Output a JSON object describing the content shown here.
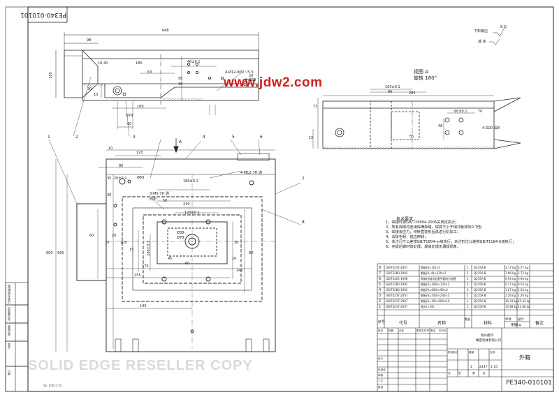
{
  "title_top": "PE340-010101",
  "watermark": "SOLID EDGE RESELLER COPY",
  "site_logo": "www.jdw2.com",
  "section_view": {
    "title": "视图 A",
    "rotation": "旋转 180°"
  },
  "roughness_note": {
    "label": "下料精边",
    "value": "6.3/",
    "rest": "其 余"
  },
  "top_view_dims": {
    "overall": "648",
    "d98": "98",
    "d185": "185",
    "d10a": "10",
    "d30": "30",
    "d40": "40",
    "d185b": "185",
    "d63": "63",
    "d40pm": "40±0.1",
    "hole_note": "4-Ø12-Φ30 ▽5.5",
    "d20": "20",
    "phi20": "Ø20",
    "d50": "50",
    "d40b": "40",
    "d10b": "10",
    "phi79": "Ø79",
    "d169": "169",
    "d60": "60"
  },
  "side_view_dims": {
    "d285": "285",
    "d100": "100±0.1",
    "d90": "90",
    "d60pm": "60±0.1",
    "d70": "70",
    "d15": "15",
    "hole_note": "4-Ø20 深8",
    "d73": "73",
    "d48": "48",
    "d55": "55"
  },
  "main_view_dims": {
    "d10": "10",
    "d120": "120",
    "d80": "80",
    "phi60": "Ø60",
    "d35": "35",
    "d20pm": "20±0.1",
    "d30": "30",
    "d180pm": "180±0.1",
    "note_m12": "4-M12-7H 通",
    "note_m5": "3-M5-7H 通",
    "note_m5b": "均布",
    "d50": "50",
    "d240": "240",
    "d120pm": "120±0.1",
    "phi38": "Ø38",
    "phi78": "Ø78",
    "d70": "70",
    "d100": "100",
    "d15": "15",
    "d60a": "60",
    "d45": "45",
    "d10b": "10",
    "d30b": "30",
    "d175": "175",
    "d155": "155",
    "d140": "140",
    "d600": "600",
    "d560": "560",
    "d200pm": "200±0.1",
    "d60b": "60",
    "d80b": "80",
    "d140b": "140",
    "d20b": "20"
  },
  "view_arrow": "A",
  "balloons": [
    "1",
    "2",
    "3",
    "4",
    "5",
    "6",
    "7",
    "8"
  ],
  "tech_requirements": {
    "heading": "技术要求",
    "lines": [
      "1、焊接件按GB/T19804-2005关规定执行；",
      "2、所有焊缝均连续焊满焊缝，焊高不小于相邻板厚的0.7倍；",
      "3、焊接去应力，待矫直变形后再进行机加工；",
      "4、去除毛刺，锐边倒钝；",
      "5、未注尺寸公差按GB/T1804-m级执行，未注形位公差按GB/T1184-K级执行；",
      "6、完成后做时效处理，焊缝处理无漏焊现象。"
    ]
  },
  "bom": {
    "rows": [
      {
        "no": "8",
        "code": "GB/T4237-2007",
        "name": "钢板(δ=10)×5",
        "qty": "1",
        "material": "Q235A-B",
        "unit_wt": "3.77 kg",
        "total_wt": "3.77 kg"
      },
      {
        "no": "7",
        "code": "GB/T3280-1992",
        "name": "钢板(δ=8)×320×2",
        "qty": "2",
        "material": "Q235A-B",
        "unit_wt": "1.86 kg",
        "total_wt": "3.72 kg"
      },
      {
        "no": "6",
        "code": "GB/T4424-1998",
        "name": "角钢(底座)连接件管按分段图",
        "qty": "1",
        "material": "Q235A-B",
        "unit_wt": "0.94 kg",
        "total_wt": "0.94 kg"
      },
      {
        "no": "5",
        "code": "GB/T3280-1992",
        "name": "钢板(δ=180)×120×2",
        "qty": "2",
        "material": "Q235A-B",
        "unit_wt": "0.27 kg",
        "total_wt": "0.54 kg"
      },
      {
        "no": "4",
        "code": "GB/T3280-1992",
        "name": "钢板(δ=600)×90×2",
        "qty": "2",
        "material": "Q235A-B",
        "unit_wt": "1.27 kg",
        "total_wt": "2.54 kg"
      },
      {
        "no": "3",
        "code": "GB/T4237-2007",
        "name": "钢板(δ=240)×240×5",
        "qty": "1",
        "material": "Q235A-B",
        "unit_wt": "2.26 kg",
        "total_wt": "2.26 kg"
      },
      {
        "no": "2",
        "code": "GB/T4237-2007",
        "name": "钢板(δ=10)×600×10",
        "qty": "1",
        "material": "Q235A-B",
        "unit_wt": "25.43 kg",
        "total_wt": "25.43 kg"
      },
      {
        "no": "1",
        "code": "GB/T4237-2007",
        "name": "接水口 6Q",
        "qty": "1",
        "material": "Q235A-B",
        "unit_wt": "15.68 kg",
        "total_wt": "15.68 kg"
      }
    ],
    "headers": {
      "no": "序号",
      "code": "代号",
      "name": "名称",
      "qty": "数量",
      "material": "材料",
      "single": "单件",
      "total": "总计",
      "weight": "重量kg",
      "remark": "备注"
    }
  },
  "title_block": {
    "company_line1": "杭州南邦",
    "company_line2": "精密机械有限公司",
    "part_name": "外箱",
    "drawing_no": "PE340-010101",
    "scale": "1:10",
    "sheet": "1",
    "weight": "2447",
    "labels": [
      "标记",
      "处数",
      "分区",
      "更改文件号",
      "签名",
      "年月日",
      "设计",
      "标准化",
      "审核",
      "工艺",
      "批准",
      "阶段标记",
      "重量",
      "比例",
      "共",
      "张",
      "第",
      "张"
    ]
  },
  "left_sidebar": [
    "借(通)用件登记",
    "旧底图总号",
    "底图总号",
    "签字",
    "日期"
  ],
  "footer_note": "SE: 比例:1:10"
}
